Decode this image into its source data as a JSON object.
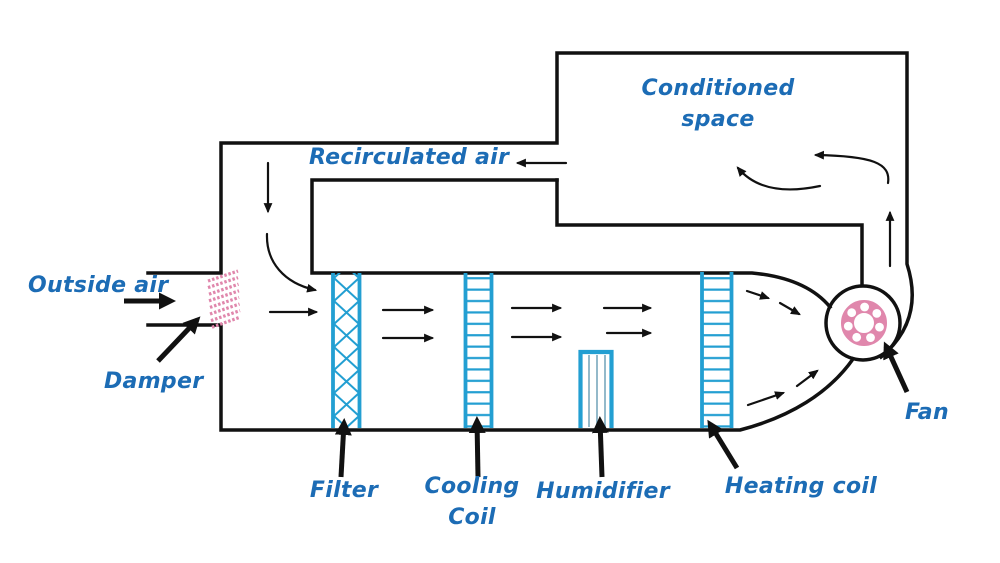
{
  "labels": {
    "outside_air": "Outside air",
    "damper": "Damper",
    "filter": "Filter",
    "cooling_coil": "Cooling\nCoil",
    "humidifier": "Humidifier",
    "heating_coil": "Heating coil",
    "fan": "Fan",
    "recirculated_air": "Recirculated air",
    "conditioned_space": "Conditioned\nspace"
  },
  "colors": {
    "line": "#111111",
    "component": "#239fd2",
    "label": "#1c6cb5",
    "pink": "#e087ac",
    "huminner": "#7aa8bd"
  }
}
